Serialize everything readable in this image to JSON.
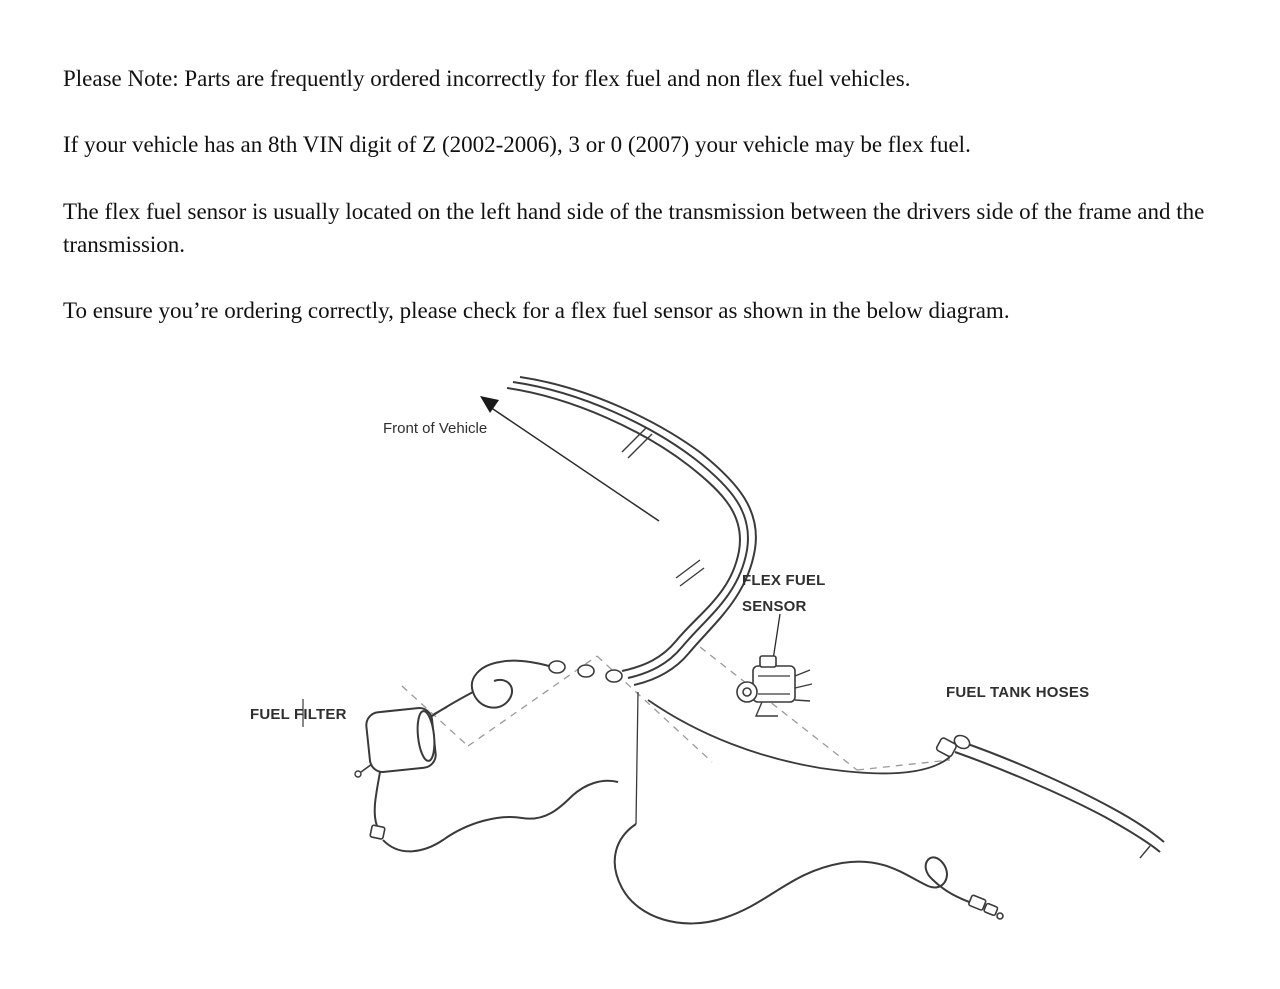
{
  "notice": {
    "paragraphs": [
      "Please Note: Parts are frequently ordered incorrectly for flex fuel and non flex fuel vehicles.",
      "If your vehicle has an 8th VIN digit of Z (2002-2006), 3 or 0 (2007) your vehicle may be flex fuel.",
      "The flex fuel sensor is usually located on the left hand side of the transmission between the drivers side of the frame and the transmission.",
      "To ensure you’re ordering correctly, please check for a flex fuel sensor as shown in the below diagram."
    ]
  },
  "diagram": {
    "labels": {
      "front_of_vehicle": "Front of Vehicle",
      "flex_fuel_line1": "FLEX FUEL",
      "flex_fuel_line2": "SENSOR",
      "fuel_tank_hoses": "FUEL TANK HOSES",
      "fuel_filter": "FUEL FILTER"
    },
    "colors": {
      "line": "#3a3a3a",
      "dashed_line": "#9a9a9a",
      "label_text": "#2f2f2f",
      "background": "#ffffff"
    }
  }
}
